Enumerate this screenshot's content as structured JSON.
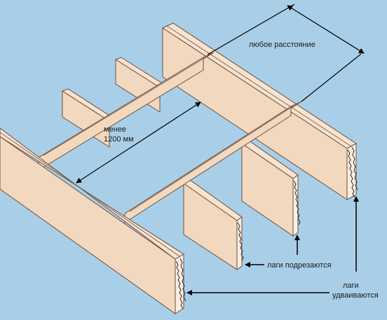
{
  "colors": {
    "background": "#a9cfe8",
    "wood": "#f3d8c0",
    "wood_light": "#fbeee0",
    "outline": "#6a5040",
    "annotation": "#000000"
  },
  "labels": {
    "any_distance": "любое расстояние",
    "less_than_line1": "менее",
    "less_than_line2": "1200 мм",
    "joists_trimmed": "лаги подрезаются",
    "joists_doubled_line1": "лаги",
    "joists_doubled_line2": "удваиваются"
  }
}
